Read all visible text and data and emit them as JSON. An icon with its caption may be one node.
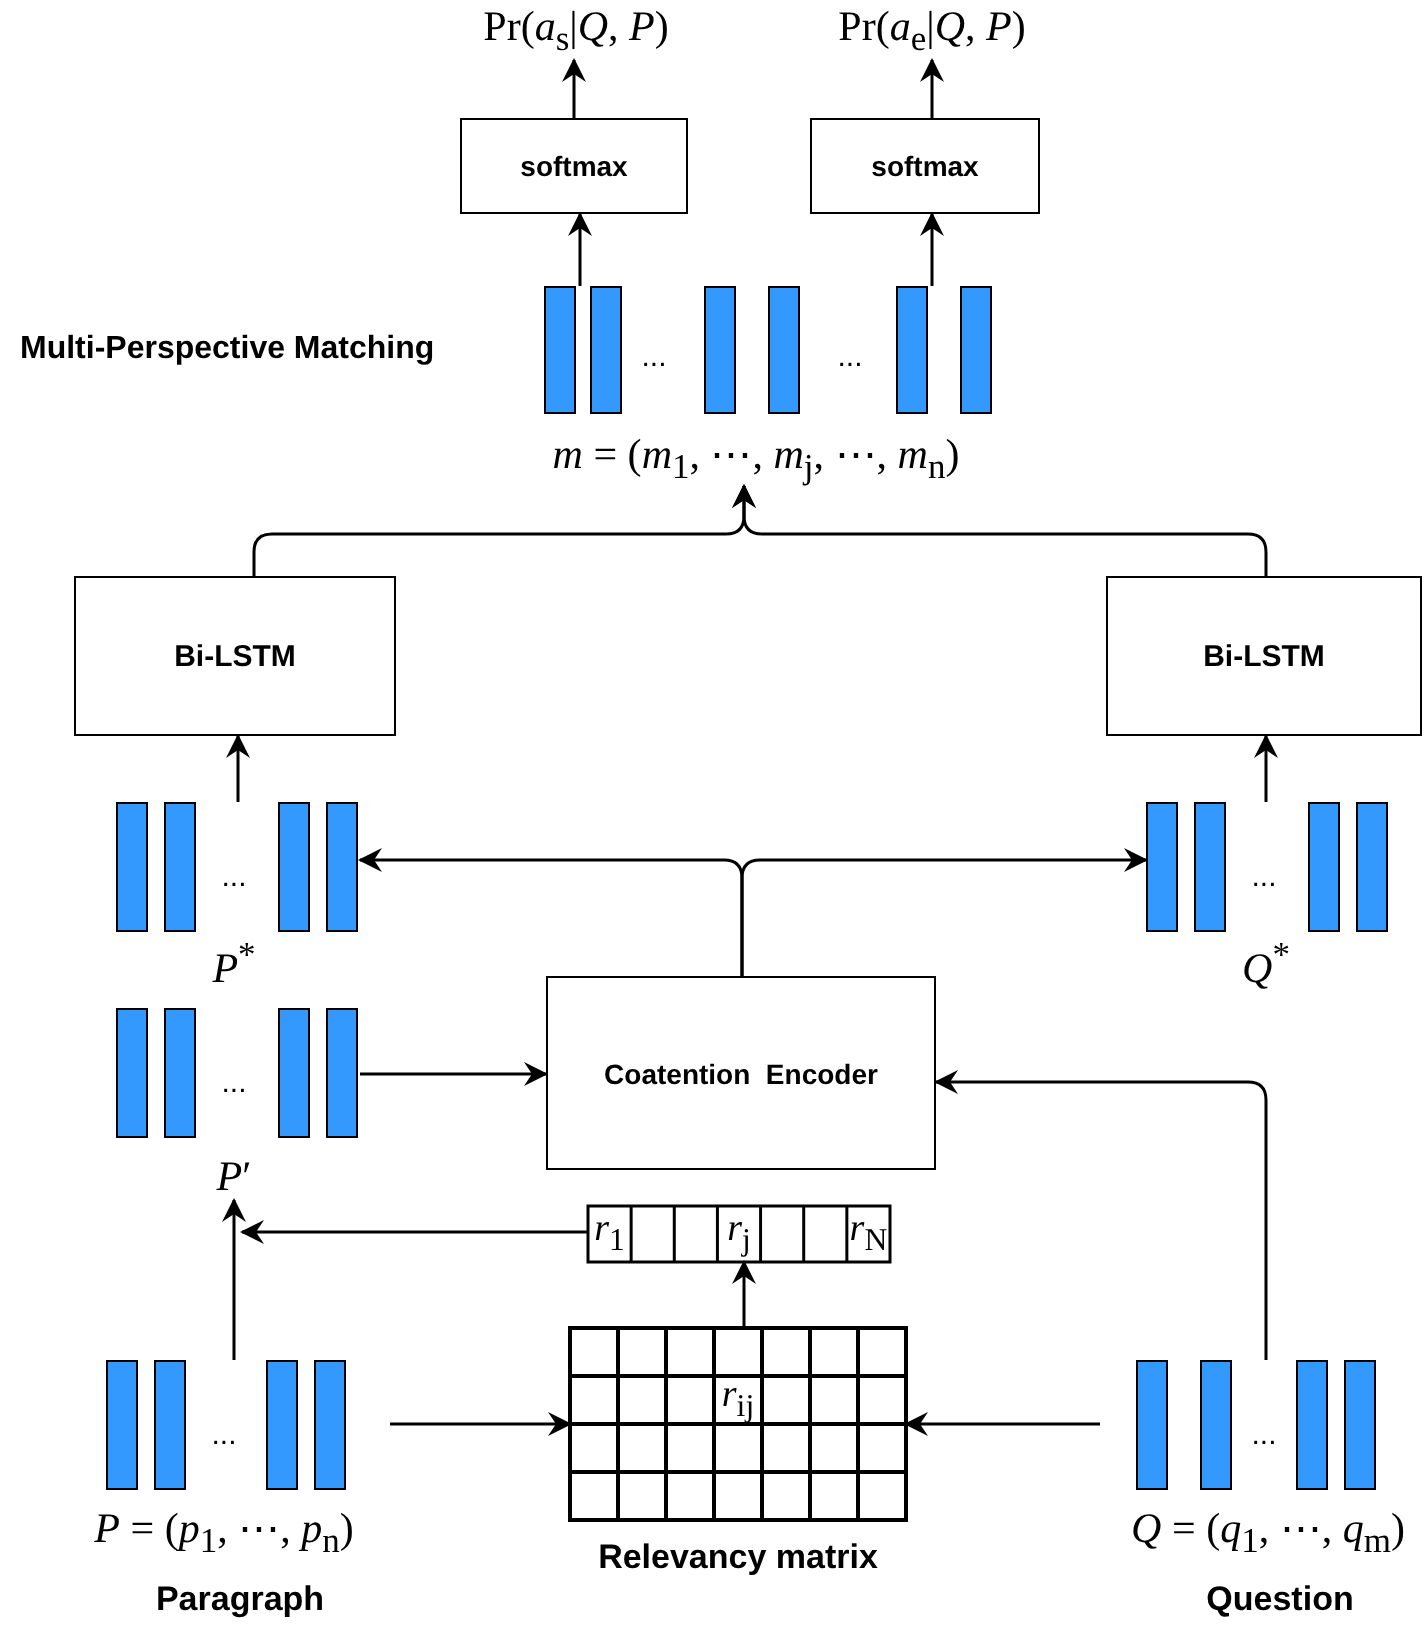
{
  "diagram": {
    "nodes": [
      {
        "text": [
          "Pr(*a*$_{s}$|*Q*, *P*)"
        ]
      },
      {
        "text": [
          "Pr(*a*$_{e}$|*Q*, *P*)"
        ]
      },
      {
        "text": [
          "softmax"
        ]
      },
      {
        "text": [
          "softmax"
        ]
      },
      {
        "text": [
          "...",
          "...",
          "*m* = (*m*$_{1}$, ⋯, *m*$_{j}$, ⋯, *m*$_{n}$)"
        ],
        "beside": [
          "Multi-Perspective Matching"
        ]
      },
      {
        "text": [
          "Bi-LSTM"
        ]
      },
      {
        "text": [
          "Bi-LSTM"
        ]
      },
      {
        "text": [
          "...",
          "*P*$^{*}$"
        ]
      },
      {
        "text": [
          "...",
          "*Q*$^{*}$"
        ]
      },
      {
        "text": [
          "...",
          "*P*′"
        ]
      },
      {
        "text": [
          "Coatention  Encoder"
        ]
      },
      {
        "text": [
          "*r*$_{1}$",
          "*r*$_{j}$",
          "*r*$_{N}$"
        ]
      },
      {
        "text": [
          "...",
          "*P* = (*p*$_{1}$, ⋯, *p*$_{n}$)"
        ],
        "beside": [
          "Paragraph"
        ]
      },
      {
        "text": [
          "*r*$_{ij}$"
        ],
        "beside": [
          "Relevancy matrix"
        ]
      },
      {
        "text": [
          "...",
          "*Q* = (*q*$_{1}$, ⋯, *q*$_{m}$)"
        ],
        "beside": [
          "Question"
        ]
      }
    ],
    "edges": [
      {
        "from": 2,
        "to": 0,
        "arrow": "to"
      },
      {
        "from": 3,
        "to": 1,
        "arrow": "to"
      },
      {
        "from": 4,
        "to": 2,
        "arrow": "to"
      },
      {
        "from": 4,
        "to": 3,
        "arrow": "to"
      },
      {
        "from": 5,
        "to": 4,
        "arrow": "to"
      },
      {
        "from": 6,
        "to": 4,
        "arrow": "to"
      },
      {
        "from": 7,
        "to": 5,
        "arrow": "to"
      },
      {
        "from": 8,
        "to": 6,
        "arrow": "to"
      },
      {
        "from": 10,
        "to": 7,
        "arrow": "to"
      },
      {
        "from": 10,
        "to": 8,
        "arrow": "to"
      },
      {
        "from": 9,
        "to": 10,
        "arrow": "to"
      },
      {
        "from": 14,
        "to": 10,
        "arrow": "to"
      },
      {
        "from": 11,
        "to": 9,
        "arrow": "to"
      },
      {
        "from": 12,
        "to": 9,
        "arrow": "to"
      },
      {
        "from": 13,
        "to": 11,
        "arrow": "to"
      },
      {
        "from": 12,
        "to": 13,
        "arrow": "to"
      },
      {
        "from": 14,
        "to": 13,
        "arrow": "to"
      }
    ]
  }
}
